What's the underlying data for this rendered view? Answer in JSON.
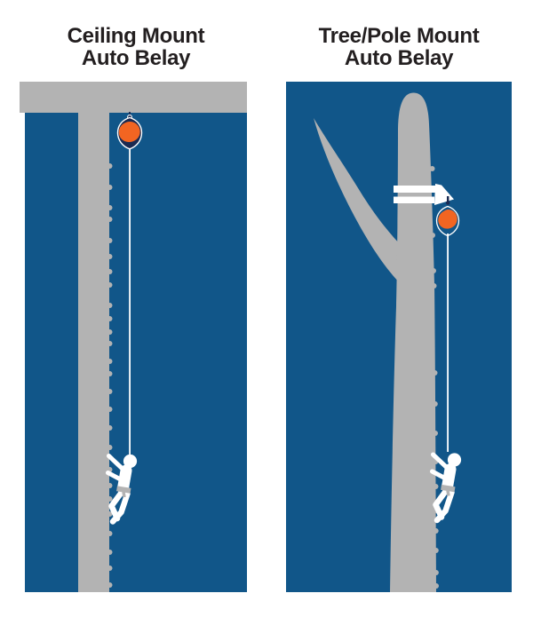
{
  "colors": {
    "blue": "#115689",
    "gray": "#B3B3B3",
    "orange": "#F26522",
    "navy": "#1A2A52",
    "white": "#FFFFFF",
    "text": "#231F20",
    "bg": "#FFFFFF"
  },
  "panels": {
    "left": {
      "title_line1": "Ceiling Mount",
      "title_line2": "Auto Belay",
      "description": "Auto belay device anchored to ceiling above climbing wall with rope down to climber"
    },
    "right": {
      "title_line1": "Tree/Pole Mount",
      "title_line2": "Auto Belay",
      "description": "Auto belay device strapped to tree/pole with rope down to climber"
    }
  }
}
